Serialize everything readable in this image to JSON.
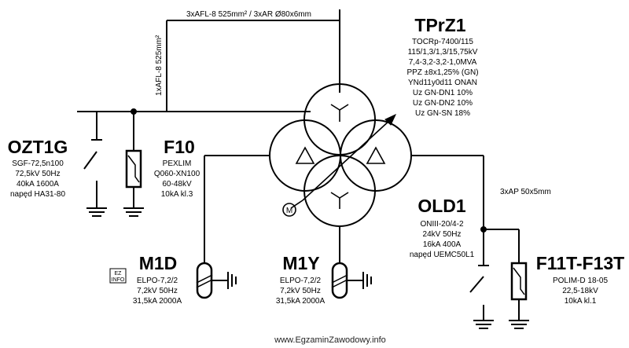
{
  "cable_top": "3xAFL-8 525mm² / 3xAR Ø80x6mm",
  "cable_vertical": "1xAFL-8 525mm²",
  "cable_right": "3xAP 50x5mm",
  "transformer": {
    "title": "TPrZ1",
    "lines": [
      "TOCRp-7400/115",
      "115/1,3/1,3/15,75kV",
      "7,4-3,2-3,2-1,0MVA",
      "PPZ ±8x1,25% (GN)",
      "YNd11y0d11 ONAN",
      "Uz GN-DN1 10%",
      "Uz GN-DN2 10%",
      "Uz GN-SN 18%"
    ]
  },
  "ozt1g": {
    "title": "OZT1G",
    "lines": [
      "SGF-72,5n100",
      "72,5kV 50Hz",
      "40kA 1600A",
      "napęd HA31-80"
    ]
  },
  "f10": {
    "title": "F10",
    "lines": [
      "PEXLIM",
      "Q060-XN100",
      "60-48kV",
      "10kA kl.3"
    ]
  },
  "m1d": {
    "title": "M1D",
    "lines": [
      "ELPO-7,2/2",
      "7,2kV 50Hz",
      "31,5kA 2000A"
    ]
  },
  "m1y": {
    "title": "M1Y",
    "lines": [
      "ELPO-7,2/2",
      "7,2kV 50Hz",
      "31,5kA 2000A"
    ]
  },
  "old1": {
    "title": "OLD1",
    "lines": [
      "ONIII-20/4-2",
      "24kV 50Hz",
      "16kA 400A",
      "napęd UEMC50L1"
    ]
  },
  "f11t": {
    "title": "F11T-F13T",
    "lines": [
      "POLIM-D 18-05",
      "22,5-18kV",
      "10kA kl.1"
    ]
  },
  "motor_label": "M",
  "watermark": "www.EgzaminZawodowy.info",
  "logo_text": "EZ INFO"
}
